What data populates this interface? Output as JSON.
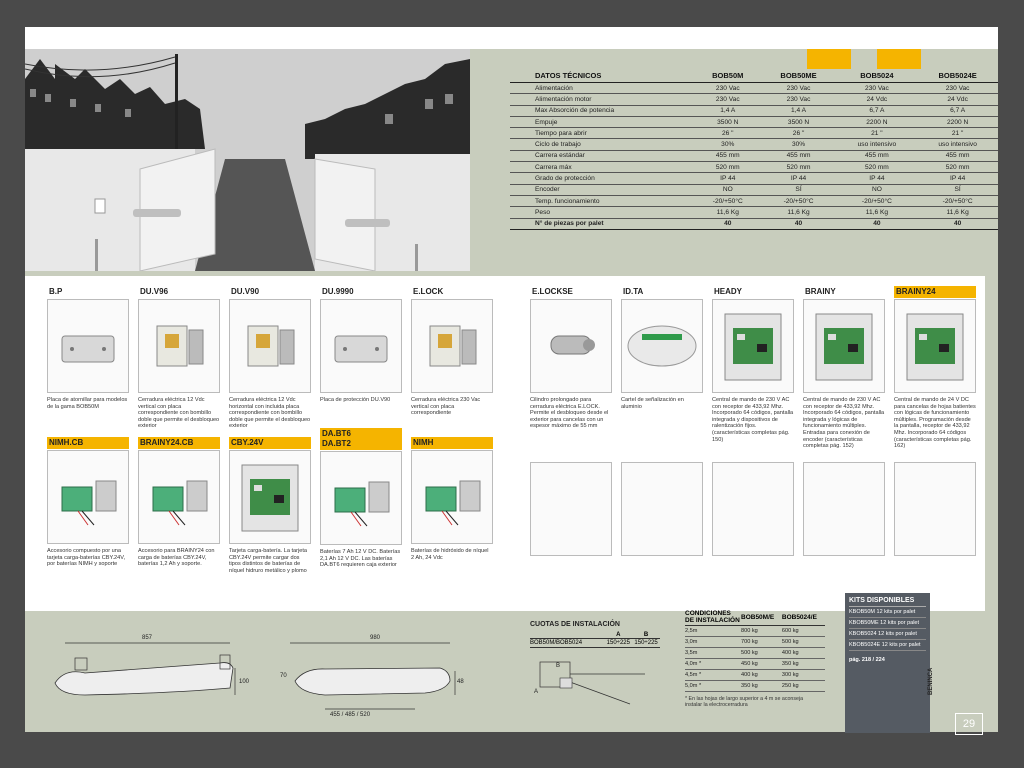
{
  "tech_table": {
    "headers": [
      "DATOS TÉCNICOS",
      "BOB50M",
      "BOB50ME",
      "BOB5024",
      "BOB5024E"
    ],
    "rows": [
      [
        "Alimentación",
        "230 Vac",
        "230 Vac",
        "230 Vac",
        "230 Vac"
      ],
      [
        "Alimentación motor",
        "230 Vac",
        "230 Vac",
        "24 Vdc",
        "24 Vdc"
      ],
      [
        "Max Absorción de potencia",
        "1,4 A",
        "1,4 A",
        "6,7 A",
        "6,7 A"
      ],
      [
        "Empuje",
        "3500 N",
        "3500 N",
        "2200 N",
        "2200 N"
      ],
      [
        "Tiempo para abrir",
        "26 \"",
        "26 \"",
        "21 \"",
        "21 \""
      ],
      [
        "Ciclo de trabajo",
        "30%",
        "30%",
        "uso intensivo",
        "uso intensivo"
      ],
      [
        "Carrera estándar",
        "455 mm",
        "455 mm",
        "455 mm",
        "455 mm"
      ],
      [
        "Carrera máx",
        "520 mm",
        "520 mm",
        "520 mm",
        "520 mm"
      ],
      [
        "Grado de protección",
        "IP 44",
        "IP 44",
        "IP 44",
        "IP 44"
      ],
      [
        "Encoder",
        "NO",
        "SÍ",
        "NO",
        "SÍ"
      ],
      [
        "Temp. funcionamiento",
        "-20/+50°C",
        "-20/+50°C",
        "-20/+50°C",
        "-20/+50°C"
      ],
      [
        "Peso",
        "11,6 Kg",
        "11,6 Kg",
        "11,6 Kg",
        "11,6 Kg"
      ],
      [
        "N° de piezas por palet",
        "40",
        "40",
        "40",
        "40"
      ]
    ]
  },
  "products": [
    {
      "title": "B.P",
      "desc": "Placa de atornillar para modelos de la gama BOB50M",
      "yellow": false
    },
    {
      "title": "DU.V96",
      "desc": "Cerradura eléctrica 12 Vdc vertical con placa correspondiente con bombillo doble que permite el desbloqueo exterior",
      "yellow": false
    },
    {
      "title": "DU.V90",
      "desc": "Cerradura eléctrica 12 Vdc horizontal con incluida placa correspondiente con bombillo doble que permite el desbloqueo exterior",
      "yellow": false
    },
    {
      "title": "DU.9990",
      "desc": "Placa de protección DU.V90",
      "yellow": false
    },
    {
      "title": "E.LOCK",
      "desc": "Cerradura eléctrica 230 Vac vertical con placa correspondiente",
      "yellow": false
    },
    {
      "title": "E.LOCKSE",
      "desc": "Cilindro prolongado para cerradura eléctrica E.LOCK. Permite el desbloqueo desde el exterior para cancelas con un espesor máximo de 55 mm",
      "yellow": false
    },
    {
      "title": "ID.TA",
      "desc": "Cartel de señalización en aluminio",
      "yellow": false
    },
    {
      "title": "HEADY",
      "desc": "Central de mando de 230 V AC con receptor de 433,92 Mhz. Incorporado 64 códigos, pantalla integrada y dispositivos de ralentización fijos. (características completas pág. 150)",
      "yellow": false
    },
    {
      "title": "BRAINY",
      "desc": "Central de mando de 230 V AC con receptor de 433,92 Mhz. Incorporado 64 códigos, pantalla integrada y lógicas de funcionamiento múltiples. Entradas para conexión de encoder (características completas pág. 152)",
      "yellow": false
    },
    {
      "title": "BRAINY24",
      "desc": "Central de mando de 24 V DC para cancelas de hojas batientes con lógicas de funcionamiento múltiples. Programación desde la pantalla, receptor de 433,92 Mhz. Incorporado 64 códigos (características completas pág. 162)",
      "yellow": true
    },
    {
      "title": "NIMH.CB",
      "desc": "Accesorio compuesto por una tarjeta carga-baterías CBY.24V, por baterías NIMH y soporte",
      "yellow": true
    },
    {
      "title": "BRAINY24.CB",
      "desc": "Accesorio para BRAINY24 con carga de baterías CBY.24V, baterías 1,2 Ah y soporte.",
      "yellow": true
    },
    {
      "title": "CBY.24V",
      "desc": "Tarjeta carga-batería. La tarjeta CBY.24V permite cargar dos tipos distintos de baterías de níquel hidruro metálico y plomo",
      "yellow": true
    },
    {
      "title": "DA.BT6\nDA.BT2",
      "desc": "Baterías 7 Ah 12 V DC. Baterías 2,1 Ah 12 V DC. Las baterías DA.BT6 requieren caja exterior",
      "yellow": true
    },
    {
      "title": "NIMH",
      "desc": "Baterías de hidróxido de níquel 2 Ah, 24 Vdc",
      "yellow": true
    }
  ],
  "dimensions": {
    "d857": "857",
    "d100": "100",
    "d980": "980",
    "d70": "70",
    "d48": "48",
    "range": "455 / 485 / 520"
  },
  "cuotas": {
    "title": "CUOTAS DE INSTALACIÓN",
    "col_a": "A",
    "col_b": "B",
    "model": "BOB50M/BOB5024",
    "a": "150÷225",
    "b": "150÷225",
    "b_label": "B",
    "a_label": "A"
  },
  "conditions": {
    "headers": [
      "CONDICIONES DE INSTALACIÓN",
      "BOB50M/E",
      "BOB5024/E"
    ],
    "rows": [
      [
        "2,5m",
        "800 kg",
        "600 kg"
      ],
      [
        "3,0m",
        "700 kg",
        "500 kg"
      ],
      [
        "3,5m",
        "500 kg",
        "400 kg"
      ],
      [
        "4,0m *",
        "450 kg",
        "350 kg"
      ],
      [
        "4,5m *",
        "400 kg",
        "300 kg"
      ],
      [
        "5,0m *",
        "350 kg",
        "250 kg"
      ]
    ],
    "note": "* En las hojas de largo superior a 4 m se aconseja instalar la electrocerradura"
  },
  "kits": {
    "title": "KITS DISPONIBLES",
    "rows": [
      "KBOB50M  12 kits por palet",
      "KBOB50ME  12 kits por palet",
      "KBOB5024  12 kits por palet",
      "KBOB5024E  12 kits por palet"
    ],
    "page_ref": "pág. 218 / 224"
  },
  "brand": "BENINCA",
  "page_number": "29",
  "colors": {
    "yellow": "#f5b400",
    "frame": "#c8cdbd",
    "kits": "#555b63"
  }
}
